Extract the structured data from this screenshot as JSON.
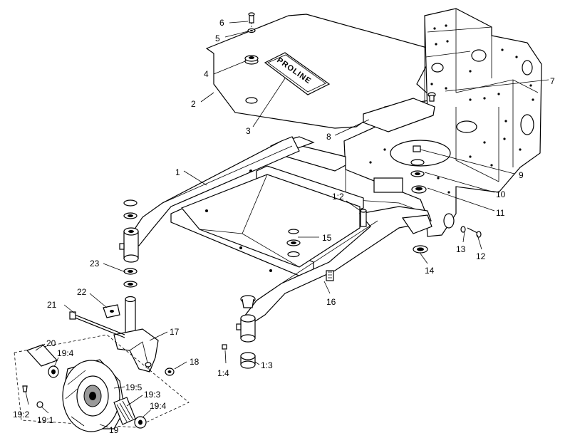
{
  "diagram": {
    "brand_plate_text": "PROLINE",
    "callouts": [
      "1",
      "1:2",
      "1:3",
      "1:4",
      "2",
      "3",
      "4",
      "5",
      "6",
      "7",
      "8",
      "9",
      "10",
      "11",
      "12",
      "13",
      "14",
      "15",
      "16",
      "17",
      "18",
      "19",
      "19:1",
      "19:2",
      "19:3",
      "19:4",
      "19:4",
      "19:5",
      "20",
      "21",
      "22",
      "23"
    ]
  }
}
